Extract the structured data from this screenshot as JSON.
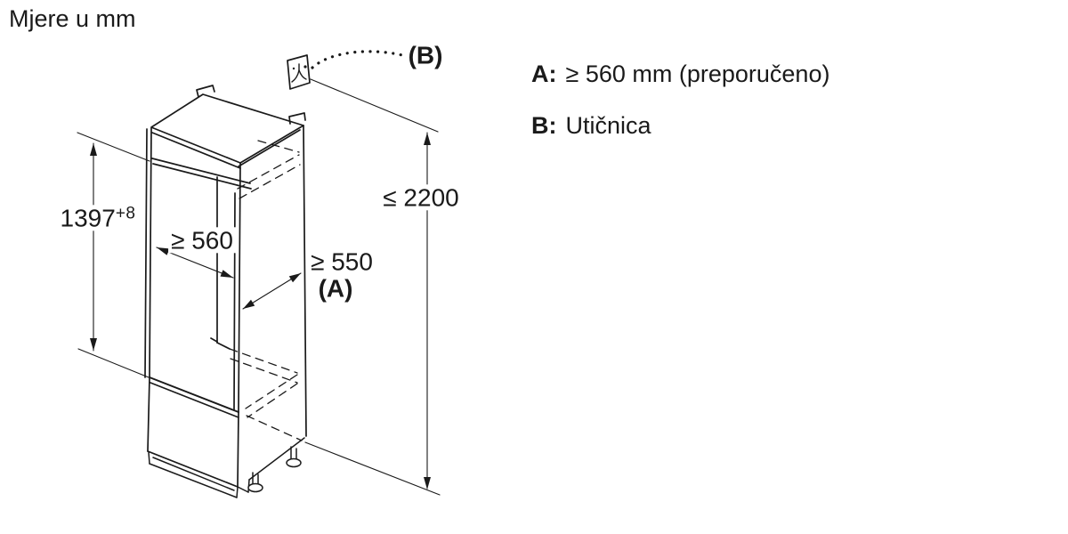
{
  "title": "Mjere u mm",
  "diagram": {
    "unit": "mm",
    "labels": {
      "inner_height_value": "1397",
      "inner_height_tolerance": "+8",
      "niche_width": "≥ 560",
      "niche_depth": "≥ 550",
      "depth_key": "(A)",
      "max_height": "≤ 2200",
      "socket_key": "(B)"
    },
    "icons": {
      "socket": "power-socket-icon"
    },
    "colors": {
      "line": "#1a1a1a",
      "background": "#ffffff"
    }
  },
  "legend": {
    "items": [
      {
        "key": "A:",
        "text": "≥ 560 mm (preporučeno)"
      },
      {
        "key": "B:",
        "text": "Utičnica"
      }
    ]
  }
}
